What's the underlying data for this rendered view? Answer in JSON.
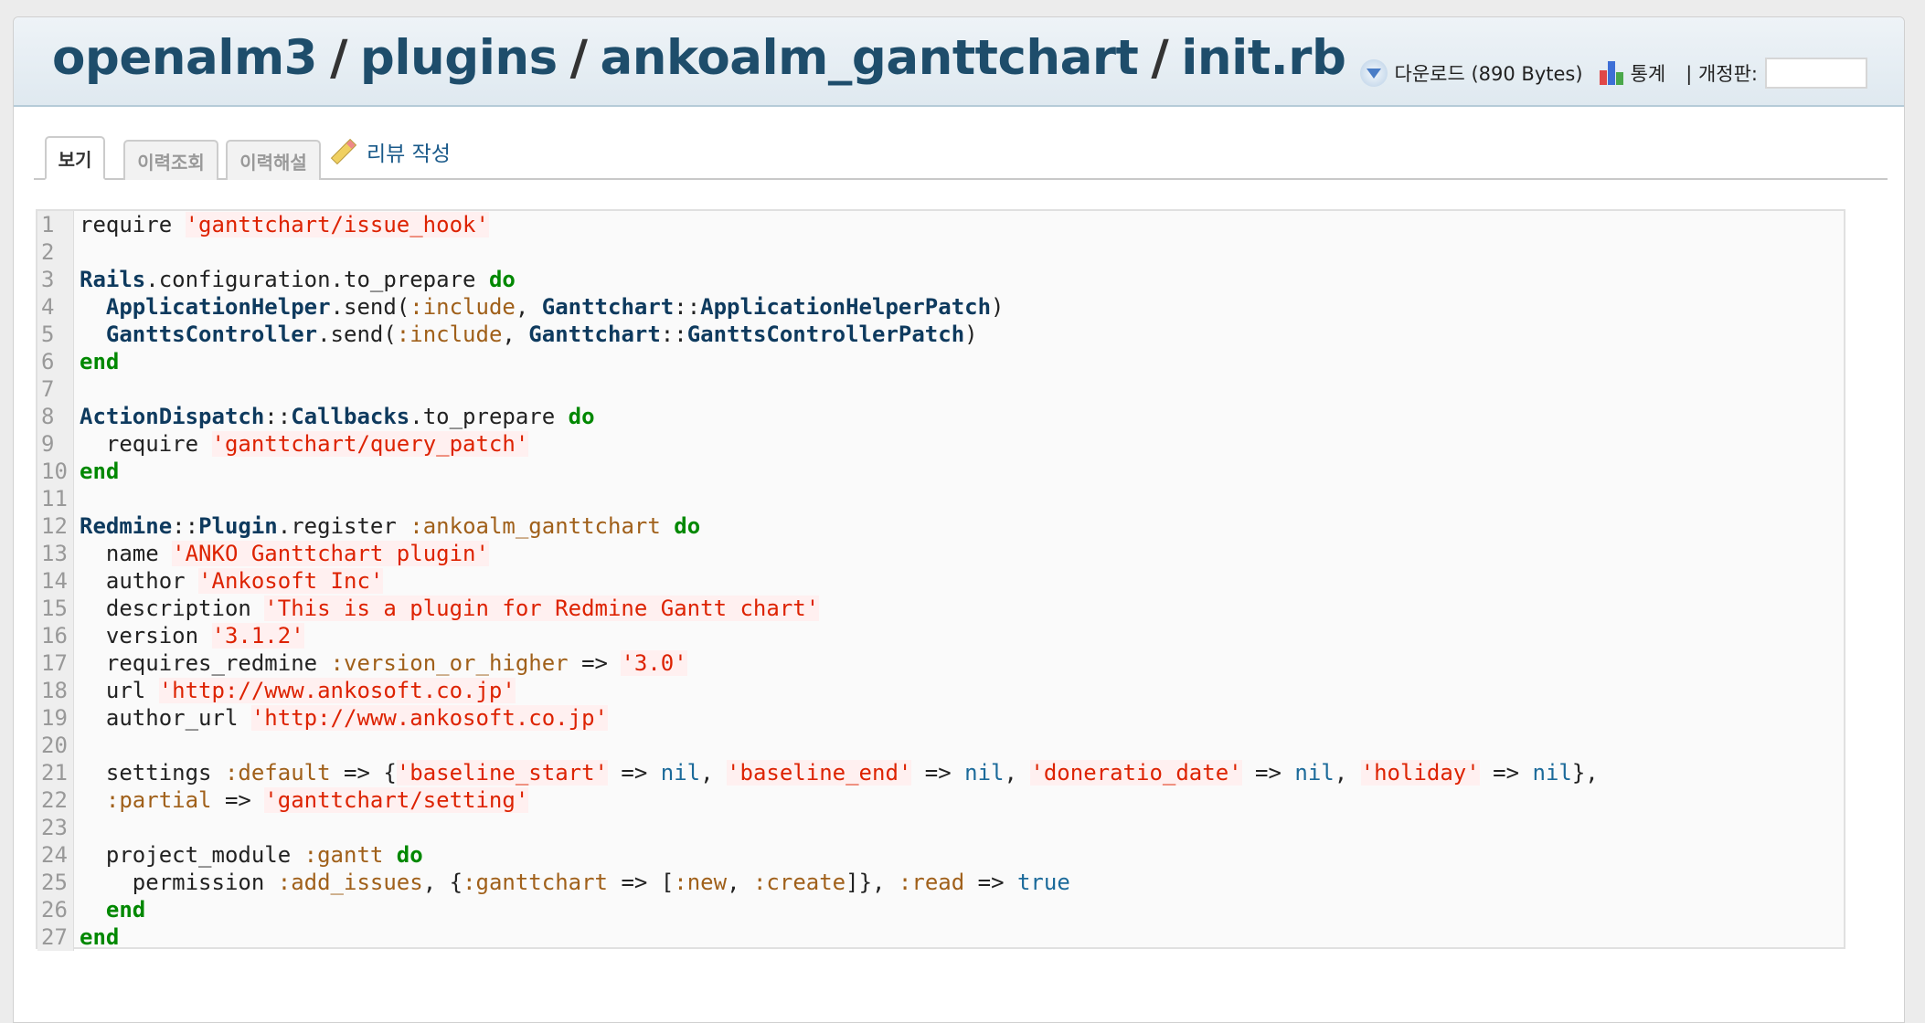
{
  "breadcrumb": [
    "openalm3",
    "plugins",
    "ankoalm_ganttchart",
    "init.rb"
  ],
  "breadcrumb_sep": "/",
  "header": {
    "download_label": "다운로드 (890 Bytes)",
    "stats_label": "통계",
    "revision_label": "| 개정판:",
    "revision_value": ""
  },
  "tabs": [
    {
      "label": "보기",
      "active": true
    },
    {
      "label": "이력조회",
      "active": false
    },
    {
      "label": "이력해설",
      "active": false
    }
  ],
  "review_label": "리뷰 작성",
  "code_lines": [
    [
      [
        "t",
        "require "
      ],
      [
        "s",
        "'ganttchart/issue_hook'"
      ]
    ],
    [],
    [
      [
        "c",
        "Rails"
      ],
      [
        "t",
        ".configuration.to_prepare "
      ],
      [
        "k",
        "do"
      ]
    ],
    [
      [
        "t",
        "  "
      ],
      [
        "c",
        "ApplicationHelper"
      ],
      [
        "t",
        ".send("
      ],
      [
        "y",
        ":include"
      ],
      [
        "t",
        ", "
      ],
      [
        "c",
        "Ganttchart"
      ],
      [
        "t",
        "::"
      ],
      [
        "c",
        "ApplicationHelperPatch"
      ],
      [
        "t",
        ")"
      ]
    ],
    [
      [
        "t",
        "  "
      ],
      [
        "c",
        "GanttsController"
      ],
      [
        "t",
        ".send("
      ],
      [
        "y",
        ":include"
      ],
      [
        "t",
        ", "
      ],
      [
        "c",
        "Ganttchart"
      ],
      [
        "t",
        "::"
      ],
      [
        "c",
        "GanttsControllerPatch"
      ],
      [
        "t",
        ")"
      ]
    ],
    [
      [
        "k",
        "end"
      ]
    ],
    [],
    [
      [
        "c",
        "ActionDispatch"
      ],
      [
        "t",
        "::"
      ],
      [
        "c",
        "Callbacks"
      ],
      [
        "t",
        ".to_prepare "
      ],
      [
        "k",
        "do"
      ]
    ],
    [
      [
        "t",
        "  require "
      ],
      [
        "s",
        "'ganttchart/query_patch'"
      ]
    ],
    [
      [
        "k",
        "end"
      ]
    ],
    [],
    [
      [
        "c",
        "Redmine"
      ],
      [
        "t",
        "::"
      ],
      [
        "c",
        "Plugin"
      ],
      [
        "t",
        ".register "
      ],
      [
        "y",
        ":ankoalm_ganttchart"
      ],
      [
        "t",
        " "
      ],
      [
        "k",
        "do"
      ]
    ],
    [
      [
        "t",
        "  name "
      ],
      [
        "s",
        "'ANKO Ganttchart plugin'"
      ]
    ],
    [
      [
        "t",
        "  author "
      ],
      [
        "s",
        "'Ankosoft Inc'"
      ]
    ],
    [
      [
        "t",
        "  description "
      ],
      [
        "s",
        "'This is a plugin for Redmine Gantt chart'"
      ]
    ],
    [
      [
        "t",
        "  version "
      ],
      [
        "s",
        "'3.1.2'"
      ]
    ],
    [
      [
        "t",
        "  requires_redmine "
      ],
      [
        "y",
        ":version_or_higher"
      ],
      [
        "t",
        " => "
      ],
      [
        "s",
        "'3.0'"
      ]
    ],
    [
      [
        "t",
        "  url "
      ],
      [
        "s",
        "'http://www.ankosoft.co.jp'"
      ]
    ],
    [
      [
        "t",
        "  author_url "
      ],
      [
        "s",
        "'http://www.ankosoft.co.jp'"
      ]
    ],
    [],
    [
      [
        "t",
        "  settings "
      ],
      [
        "y",
        ":default"
      ],
      [
        "t",
        " => {"
      ],
      [
        "s",
        "'baseline_start'"
      ],
      [
        "t",
        " => "
      ],
      [
        "n",
        "nil"
      ],
      [
        "t",
        ", "
      ],
      [
        "s",
        "'baseline_end'"
      ],
      [
        "t",
        " => "
      ],
      [
        "n",
        "nil"
      ],
      [
        "t",
        ", "
      ],
      [
        "s",
        "'doneratio_date'"
      ],
      [
        "t",
        " => "
      ],
      [
        "n",
        "nil"
      ],
      [
        "t",
        ", "
      ],
      [
        "s",
        "'holiday'"
      ],
      [
        "t",
        " => "
      ],
      [
        "n",
        "nil"
      ],
      [
        "t",
        "},"
      ]
    ],
    [
      [
        "t",
        "  "
      ],
      [
        "y",
        ":partial"
      ],
      [
        "t",
        " => "
      ],
      [
        "s",
        "'ganttchart/setting'"
      ]
    ],
    [],
    [
      [
        "t",
        "  project_module "
      ],
      [
        "y",
        ":gantt"
      ],
      [
        "t",
        " "
      ],
      [
        "k",
        "do"
      ]
    ],
    [
      [
        "t",
        "    permission "
      ],
      [
        "y",
        ":add_issues"
      ],
      [
        "t",
        ", {"
      ],
      [
        "y",
        ":ganttchart"
      ],
      [
        "t",
        " => ["
      ],
      [
        "y",
        ":new"
      ],
      [
        "t",
        ", "
      ],
      [
        "y",
        ":create"
      ],
      [
        "t",
        "]}, "
      ],
      [
        "y",
        ":read"
      ],
      [
        "t",
        " => "
      ],
      [
        "n",
        "true"
      ]
    ],
    [
      [
        "t",
        "  "
      ],
      [
        "k",
        "end"
      ]
    ],
    [
      [
        "k",
        "end"
      ]
    ]
  ]
}
